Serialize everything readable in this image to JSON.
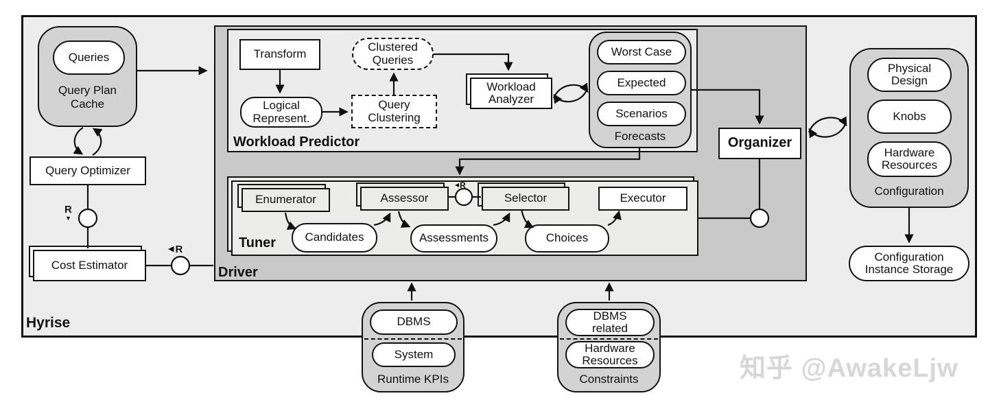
{
  "diagram": {
    "system_label": "Hyrise",
    "watermark": "知乎 @AwakeLjw",
    "query_plan_cache": {
      "label": "Query Plan Cache",
      "queries": "Queries"
    },
    "query_optimizer": "Query Optimizer",
    "cost_estimator": "Cost Estimator",
    "driver": {
      "label": "Driver",
      "organizer": "Organizer",
      "workload_predictor": {
        "label": "Workload Predictor",
        "transform": "Transform",
        "logical_representation": "Logical Represent.",
        "query_clustering": "Query Clustering",
        "clustered_queries": "Clustered Queries",
        "workload_analyzer": "Workload Analyzer",
        "forecasts": {
          "label": "Forecasts",
          "items": [
            "Worst Case",
            "Expected",
            "Scenarios"
          ]
        }
      },
      "tuner": {
        "label": "Tuner",
        "enumerator": "Enumerator",
        "candidates": "Candidates",
        "assessor": "Assessor",
        "assessments": "Assessments",
        "selector": "Selector",
        "choices": "Choices",
        "executor": "Executor"
      }
    },
    "configuration": {
      "label": "Configuration",
      "items": [
        "Physical Design",
        "Knobs",
        "Hardware Resources"
      ]
    },
    "configuration_instance_storage": "Configuration Instance Storage",
    "runtime_kpis": {
      "label": "Runtime KPIs",
      "items": [
        "DBMS",
        "System"
      ]
    },
    "constraints": {
      "label": "Constraints",
      "items": [
        "DBMS related",
        "Hardware Resources"
      ]
    },
    "markers": {
      "r": "R",
      "down_triangle": "▼",
      "left_triangle": "◀"
    }
  }
}
